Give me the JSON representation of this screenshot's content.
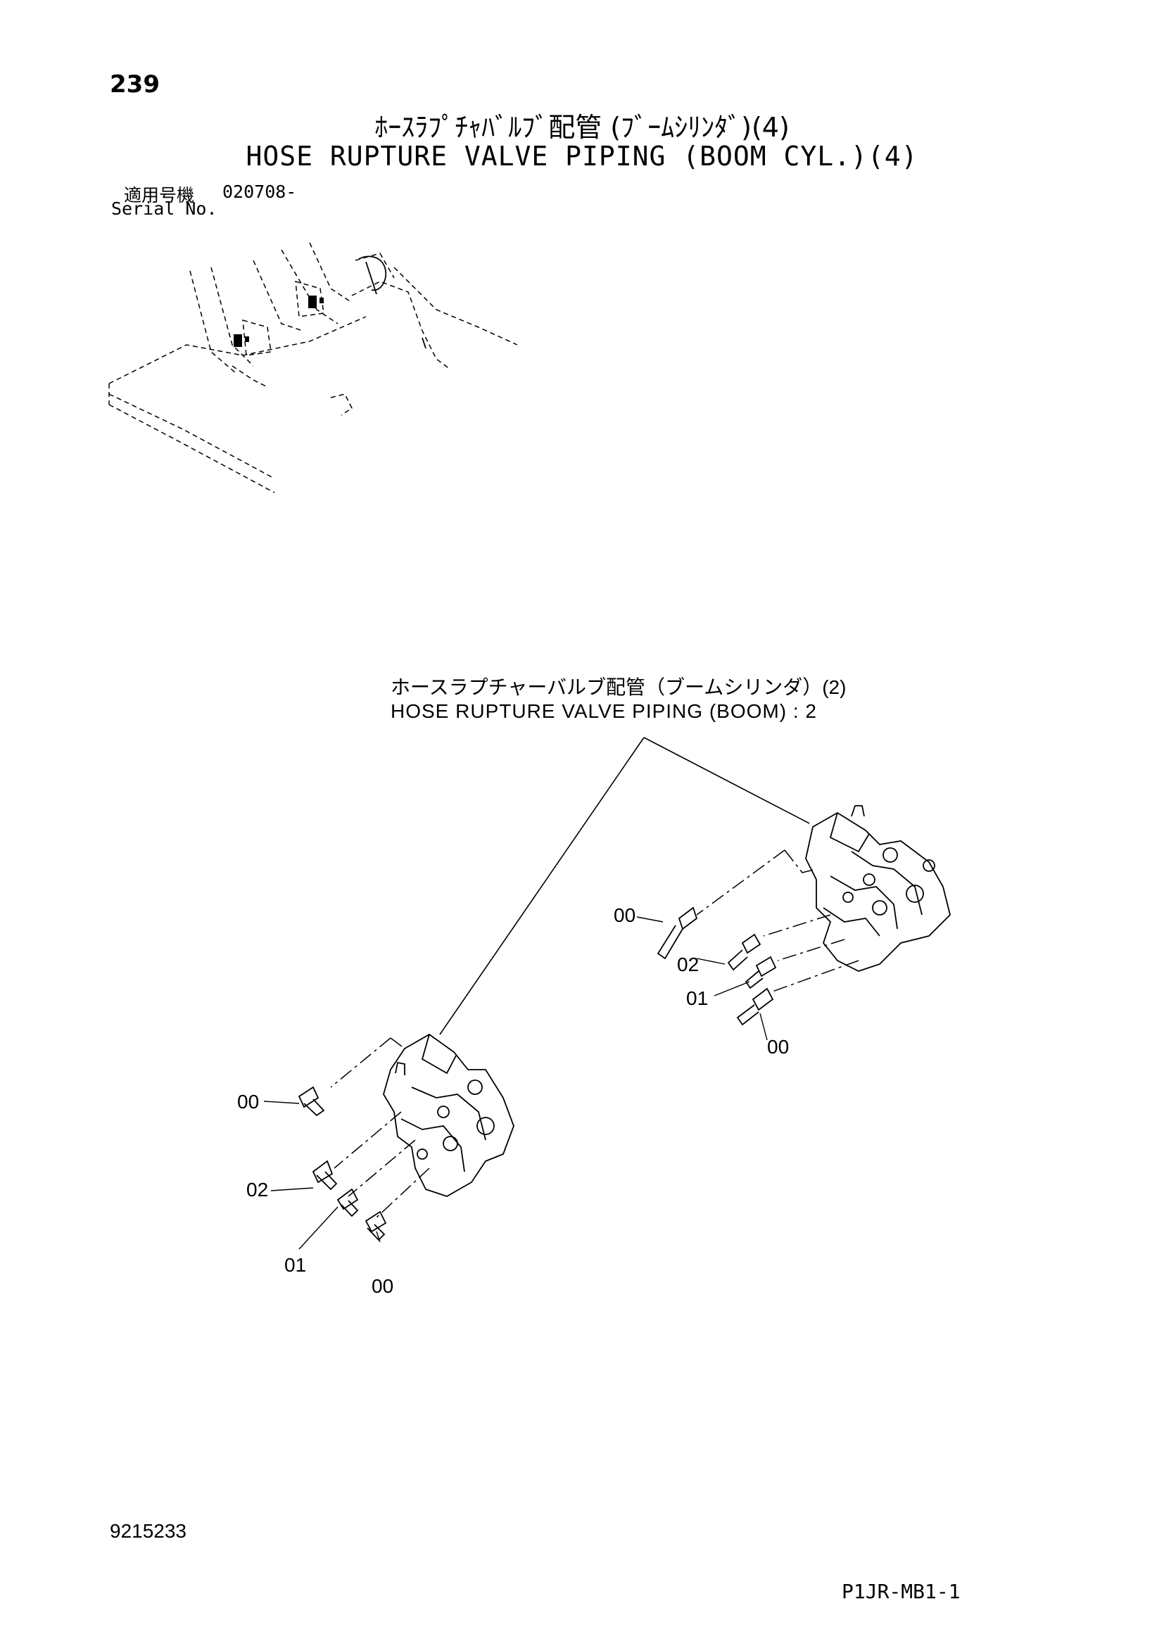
{
  "header": {
    "page_number": "239",
    "title_jp": "ﾎｰｽﾗﾌﾟﾁｬﾊﾞﾙﾌﾞ配管 (ﾌﾞｰﾑｼﾘﾝﾀﾞ)(4)",
    "title_en": "HOSE RUPTURE VALVE PIPING (BOOM CYL.)(4)",
    "serial_label_jp": "適用号機",
    "serial_code": "020708-",
    "serial_label_en": "Serial No."
  },
  "diagram": {
    "reference_label_jp": "ホースラプチャーバルブ配管（ブームシリンダ）(2)",
    "reference_label_en": "HOSE RUPTURE VALVE PIPING (BOOM) : 2",
    "callouts_right": [
      "00",
      "02",
      "01",
      "00"
    ],
    "callouts_left": [
      "00",
      "02",
      "01",
      "00"
    ]
  },
  "footer": {
    "doc_number": "9215233",
    "sheet_code": "P1JR-MB1-1"
  }
}
